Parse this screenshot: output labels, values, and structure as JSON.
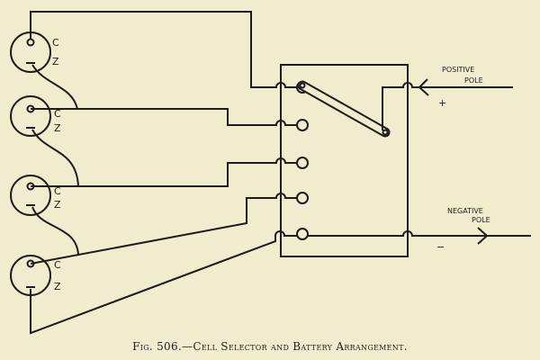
{
  "figure": {
    "caption": "Fig. 506.—Cell Selector and Battery Arrangement.",
    "cells": [
      {
        "carbon_label": "C",
        "zinc_label": "Z"
      },
      {
        "carbon_label": "C",
        "zinc_label": "Z"
      },
      {
        "carbon_label": "C",
        "zinc_label": "Z"
      },
      {
        "carbon_label": "C",
        "zinc_label": "Z"
      }
    ],
    "positive": {
      "line1": "POSITIVE",
      "line2": "POLE",
      "sign": "+"
    },
    "negative": {
      "line1": "NEGATIVE",
      "line2": "POLE",
      "sign": "−"
    },
    "ink_color": "#1e1c18",
    "paper_color": "#f1ecce"
  }
}
